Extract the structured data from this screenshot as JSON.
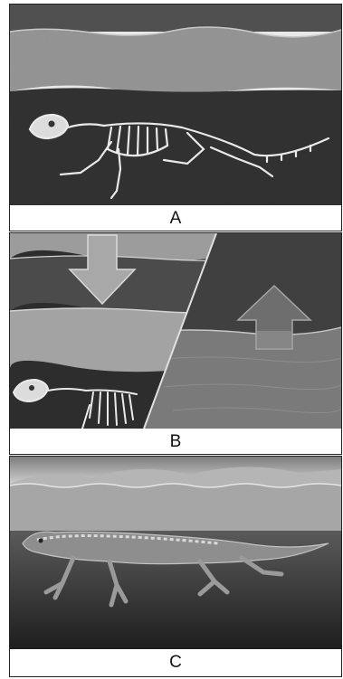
{
  "panels": [
    {
      "label": "A"
    },
    {
      "label": "B"
    },
    {
      "label": "C"
    }
  ],
  "colors": {
    "rock_dark": "#3f3f3f",
    "rock_mid": "#8c8c8c",
    "rock_light": "#b9b9b9",
    "deep_layer": "#1f1f1f",
    "bone": "#e8e8e8",
    "arrow": "#9a9a9a",
    "arrow_up": "#6d6d6d",
    "sky": "#cfcfcf",
    "water": "#a9a9a9"
  },
  "icons": {
    "fossil": "dinosaur-skeleton-icon",
    "down": "arrow-down-icon",
    "up": "arrow-up-icon",
    "animal": "lizard-animal-icon"
  }
}
